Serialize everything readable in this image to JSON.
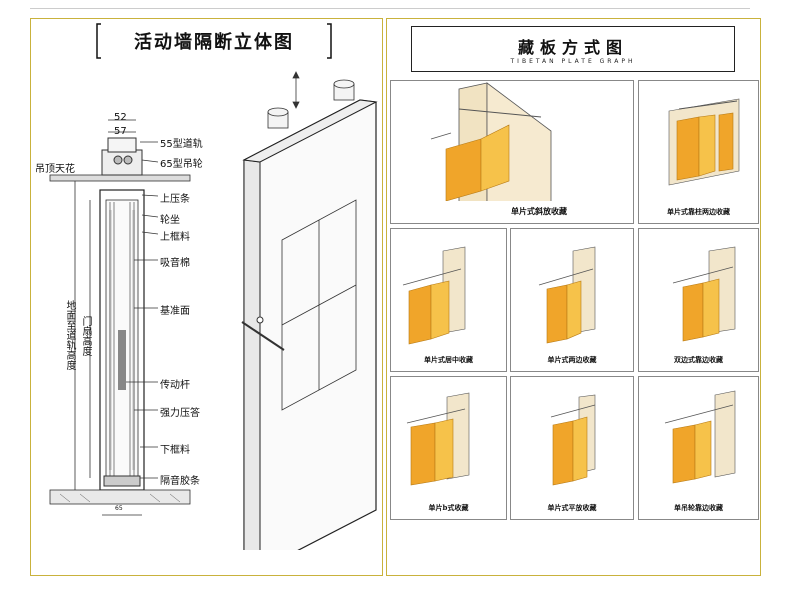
{
  "left": {
    "title": "活动墙隔断立体图",
    "dim_top": "52",
    "dim_second": "57",
    "labels": {
      "ceiling": "吊顶天花",
      "rail": "55型道轨",
      "wheel": "65型吊轮",
      "upper_press": "上压条",
      "wheel_seat": "轮坐",
      "upper_frame": "上框料",
      "sound_cotton": "吸音棉",
      "base_surface": "基准面",
      "transmission_rod": "传动杆",
      "strong_press": "强力压答",
      "lower_frame": "下框料",
      "sound_strip": "隔音胶条"
    },
    "vertical_labels": {
      "floor_to_rail": "地面至道轨高度",
      "door_height": "门扇高度"
    },
    "bottom_dim": "65"
  },
  "right": {
    "title": "藏板方式图",
    "subtitle": "TIBETAN PLATE GRAPH",
    "cells": [
      {
        "caption": "单片式斜放收藏"
      },
      {
        "caption": "单片式靠柱两边收藏"
      },
      {
        "caption": "单片式居中收藏"
      },
      {
        "caption": "单片式两边收藏"
      },
      {
        "caption": "双边式靠边收藏"
      },
      {
        "caption": "单片b式收藏"
      },
      {
        "caption": "单片式平放收藏"
      },
      {
        "caption": "单吊轮靠边收藏"
      }
    ]
  },
  "colors": {
    "border": "#c9b23c",
    "panel_orange": "#f0a52a",
    "panel_light": "#f6c24a"
  }
}
